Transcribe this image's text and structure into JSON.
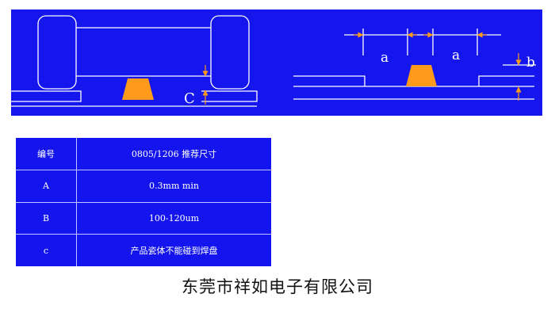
{
  "diagram": {
    "labels": {
      "c": "C",
      "a_left": "a",
      "a_right": "a",
      "b": "b"
    },
    "colors": {
      "background": "#1515ee",
      "outline": "#ffffff",
      "pad": "#ff9a1a"
    }
  },
  "table": {
    "header": {
      "key": "编号",
      "value": "0805/1206 推荐尺寸"
    },
    "rows": [
      {
        "key": "A",
        "value": "0.3mm min"
      },
      {
        "key": "B",
        "value": "100-120um"
      },
      {
        "key": "c",
        "value": "产品瓷体不能碰到焊盘"
      }
    ]
  },
  "company": "东莞市祥如电子有限公司"
}
